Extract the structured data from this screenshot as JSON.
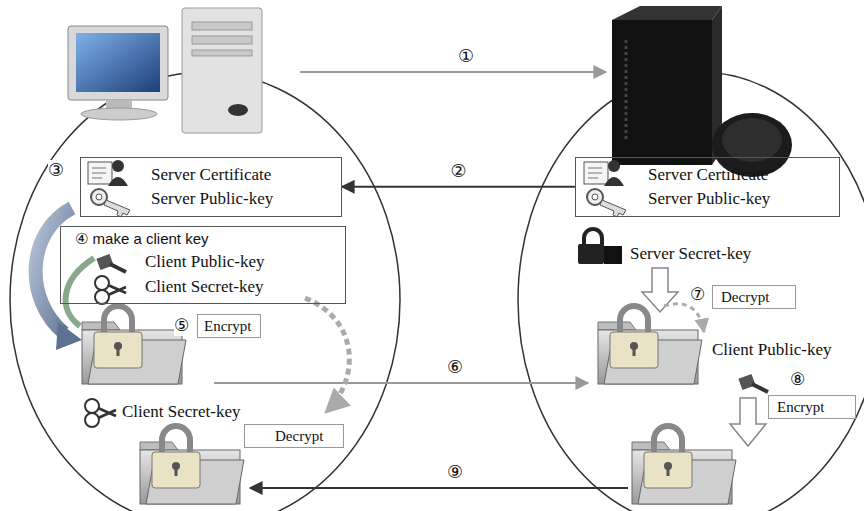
{
  "diagram": {
    "nodes": [
      {
        "text": [
          "Server Certificate",
          "Server Public-key"
        ]
      },
      {
        "text": [
          "Server Certificate",
          "Server Public-key"
        ]
      },
      {
        "text": [
          "④ make a client key",
          "Client Public-key",
          "Client Secret-key"
        ]
      },
      {
        "text": [
          "Encrypt"
        ]
      },
      {
        "text": [
          "Decrypt"
        ]
      },
      {
        "text": [
          "Encrypt"
        ]
      },
      {
        "text": [
          "Decrypt"
        ]
      }
    ],
    "edges": [
      {
        "from": 1,
        "to": 0,
        "arrow": "to",
        "label": "②"
      }
    ],
    "labels": [
      "①",
      "③",
      "⑤",
      "⑥",
      "⑦",
      "⑧",
      "⑨",
      "Server Secret-key",
      "Client Public-key",
      "Client Secret-key"
    ]
  }
}
